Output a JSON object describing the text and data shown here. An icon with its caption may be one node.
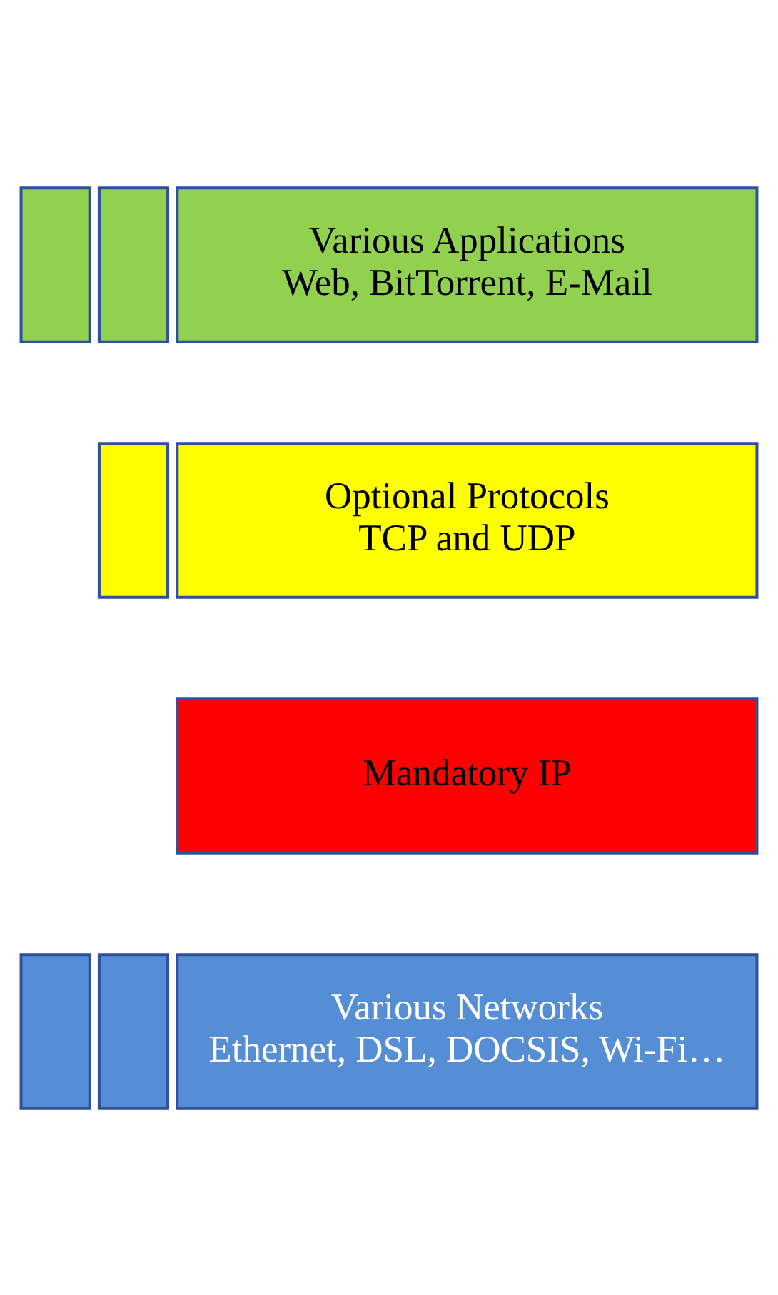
{
  "diagram": {
    "nodes": [
      {
        "text": [],
        "shape": "box"
      },
      {
        "text": [],
        "shape": "box"
      },
      {
        "text": [
          "Various Applications",
          "Web, BitTorrent, E-Mail"
        ]
      },
      {
        "text": [],
        "shape": "box"
      },
      {
        "text": [
          "Optional Protocols",
          "TCP and UDP"
        ]
      },
      {
        "text": [
          "Mandatory IP"
        ]
      },
      {
        "text": [],
        "shape": "box"
      },
      {
        "text": [],
        "shape": "box"
      },
      {
        "text": [
          "Various Networks",
          "Ethernet, DSL, DOCSIS, Wi-Fi…"
        ]
      }
    ]
  }
}
